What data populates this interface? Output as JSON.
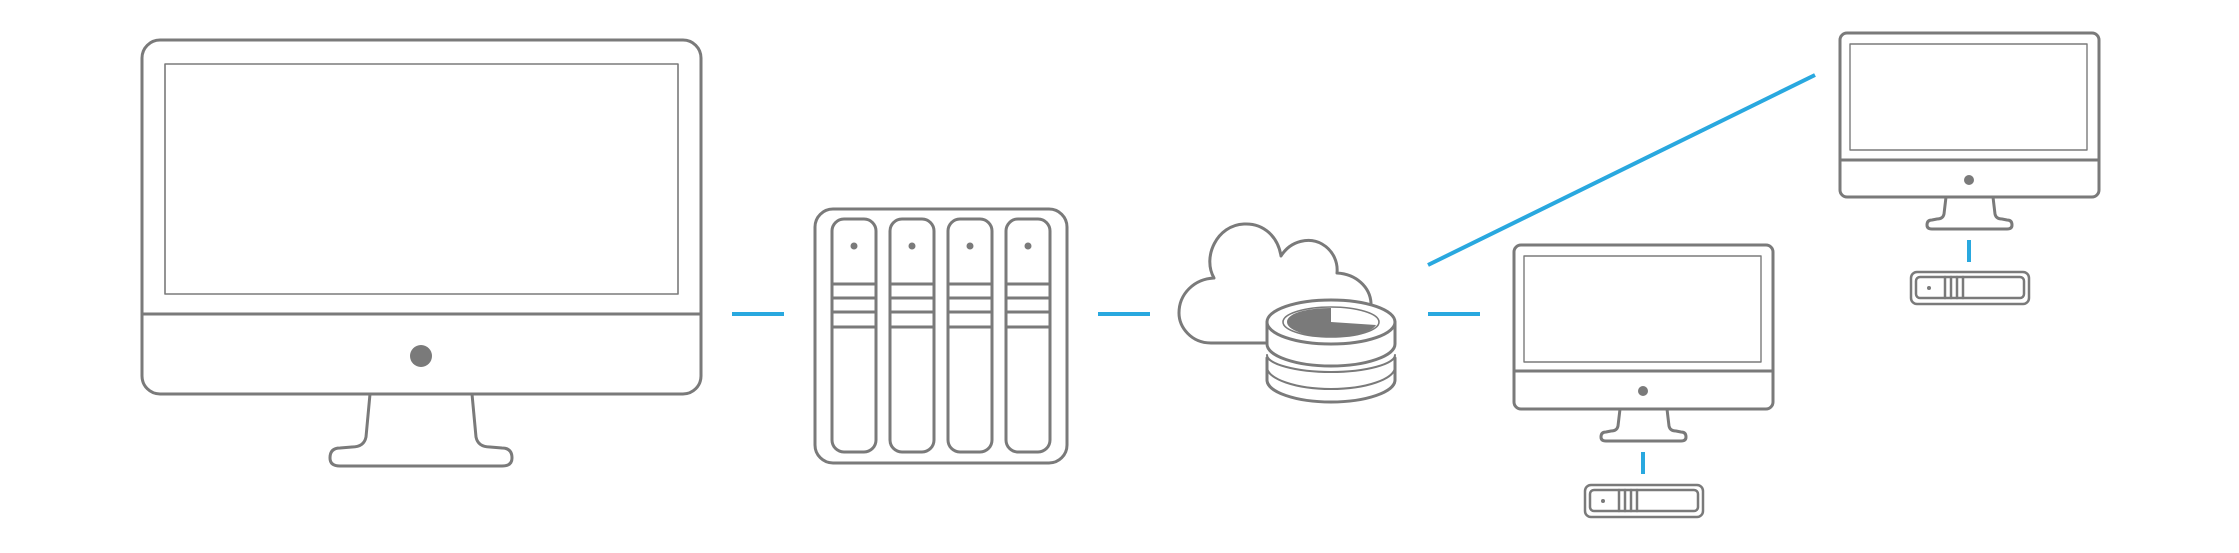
{
  "diagram": {
    "type": "backup-topology",
    "colors": {
      "outline": "#7a7a7a",
      "connector": "#29a8df",
      "fill_dark": "#7a7a7a",
      "background": "#ffffff"
    },
    "nodes": [
      {
        "id": "main-computer",
        "kind": "desktop-computer",
        "icon": "imac-icon"
      },
      {
        "id": "nas",
        "kind": "storage-server",
        "icon": "nas-4-bay-icon",
        "bays": 4
      },
      {
        "id": "cloud-storage",
        "kind": "cloud-database",
        "icon": "cloud-database-icon"
      },
      {
        "id": "remote-computer-1",
        "kind": "desktop-computer",
        "icon": "imac-icon"
      },
      {
        "id": "remote-computer-2",
        "kind": "desktop-computer",
        "icon": "imac-icon"
      },
      {
        "id": "usb-drive-1",
        "kind": "usb-drive",
        "icon": "usb-drive-icon"
      },
      {
        "id": "usb-drive-2",
        "kind": "usb-drive",
        "icon": "usb-drive-icon"
      }
    ],
    "links": [
      {
        "from": "main-computer",
        "to": "nas"
      },
      {
        "from": "nas",
        "to": "cloud-storage"
      },
      {
        "from": "cloud-storage",
        "to": "remote-computer-1"
      },
      {
        "from": "cloud-storage",
        "to": "remote-computer-2"
      },
      {
        "from": "remote-computer-1",
        "to": "usb-drive-1"
      },
      {
        "from": "remote-computer-2",
        "to": "usb-drive-2"
      }
    ]
  }
}
